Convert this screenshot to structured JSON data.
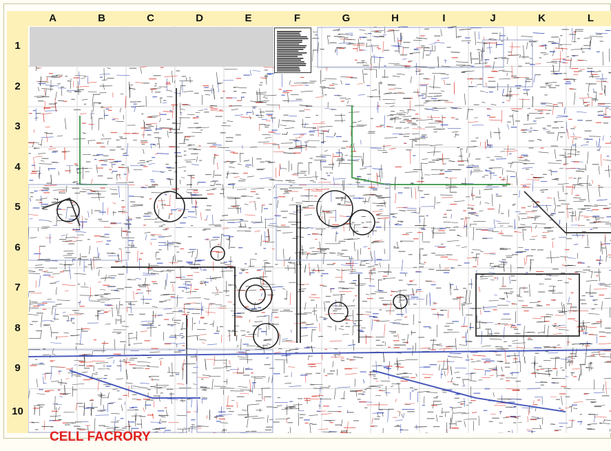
{
  "columns": [
    "A",
    "B",
    "C",
    "D",
    "E",
    "F",
    "G",
    "H",
    "I",
    "J",
    "K",
    "L"
  ],
  "rows": [
    "1",
    "2",
    "3",
    "4",
    "5",
    "6",
    "7",
    "8",
    "9",
    "10"
  ],
  "footer": {
    "title": "CELL FACRORY",
    "color": "#e02020"
  },
  "colors": {
    "header_bg": "#fdf1b8",
    "pathway_black": "#222222",
    "pathway_blue": "#2b3fb0",
    "pathway_red": "#d93025",
    "pathway_green": "#2f8f3a",
    "grid_line": "#d9d9d9",
    "empty_region": "#d3d3d3"
  }
}
